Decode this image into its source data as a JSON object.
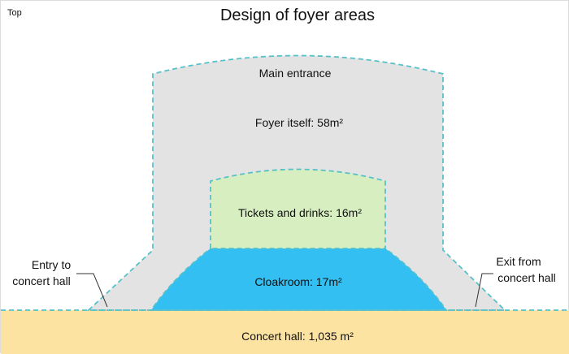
{
  "corner_label": "Top",
  "title": "Design of foyer areas",
  "labels": {
    "main_entrance": "Main entrance",
    "foyer": "Foyer itself: 58m²",
    "tickets": "Tickets and drinks: 16m²",
    "cloakroom": "Cloakroom: 17m²",
    "concert_hall": "Concert hall: 1,035 m²",
    "entry_line1": "Entry to",
    "entry_line2": "concert hall",
    "exit_line1": "Exit from",
    "exit_line2": "concert hall"
  },
  "colors": {
    "corner_label": "#ff3b3b",
    "foyer_fill": "#e3e3e3",
    "tickets_fill": "#d7efc0",
    "cloakroom_fill": "#33bff2",
    "concert_hall_fill": "#fde3a2",
    "outline": "#57c1c9"
  }
}
